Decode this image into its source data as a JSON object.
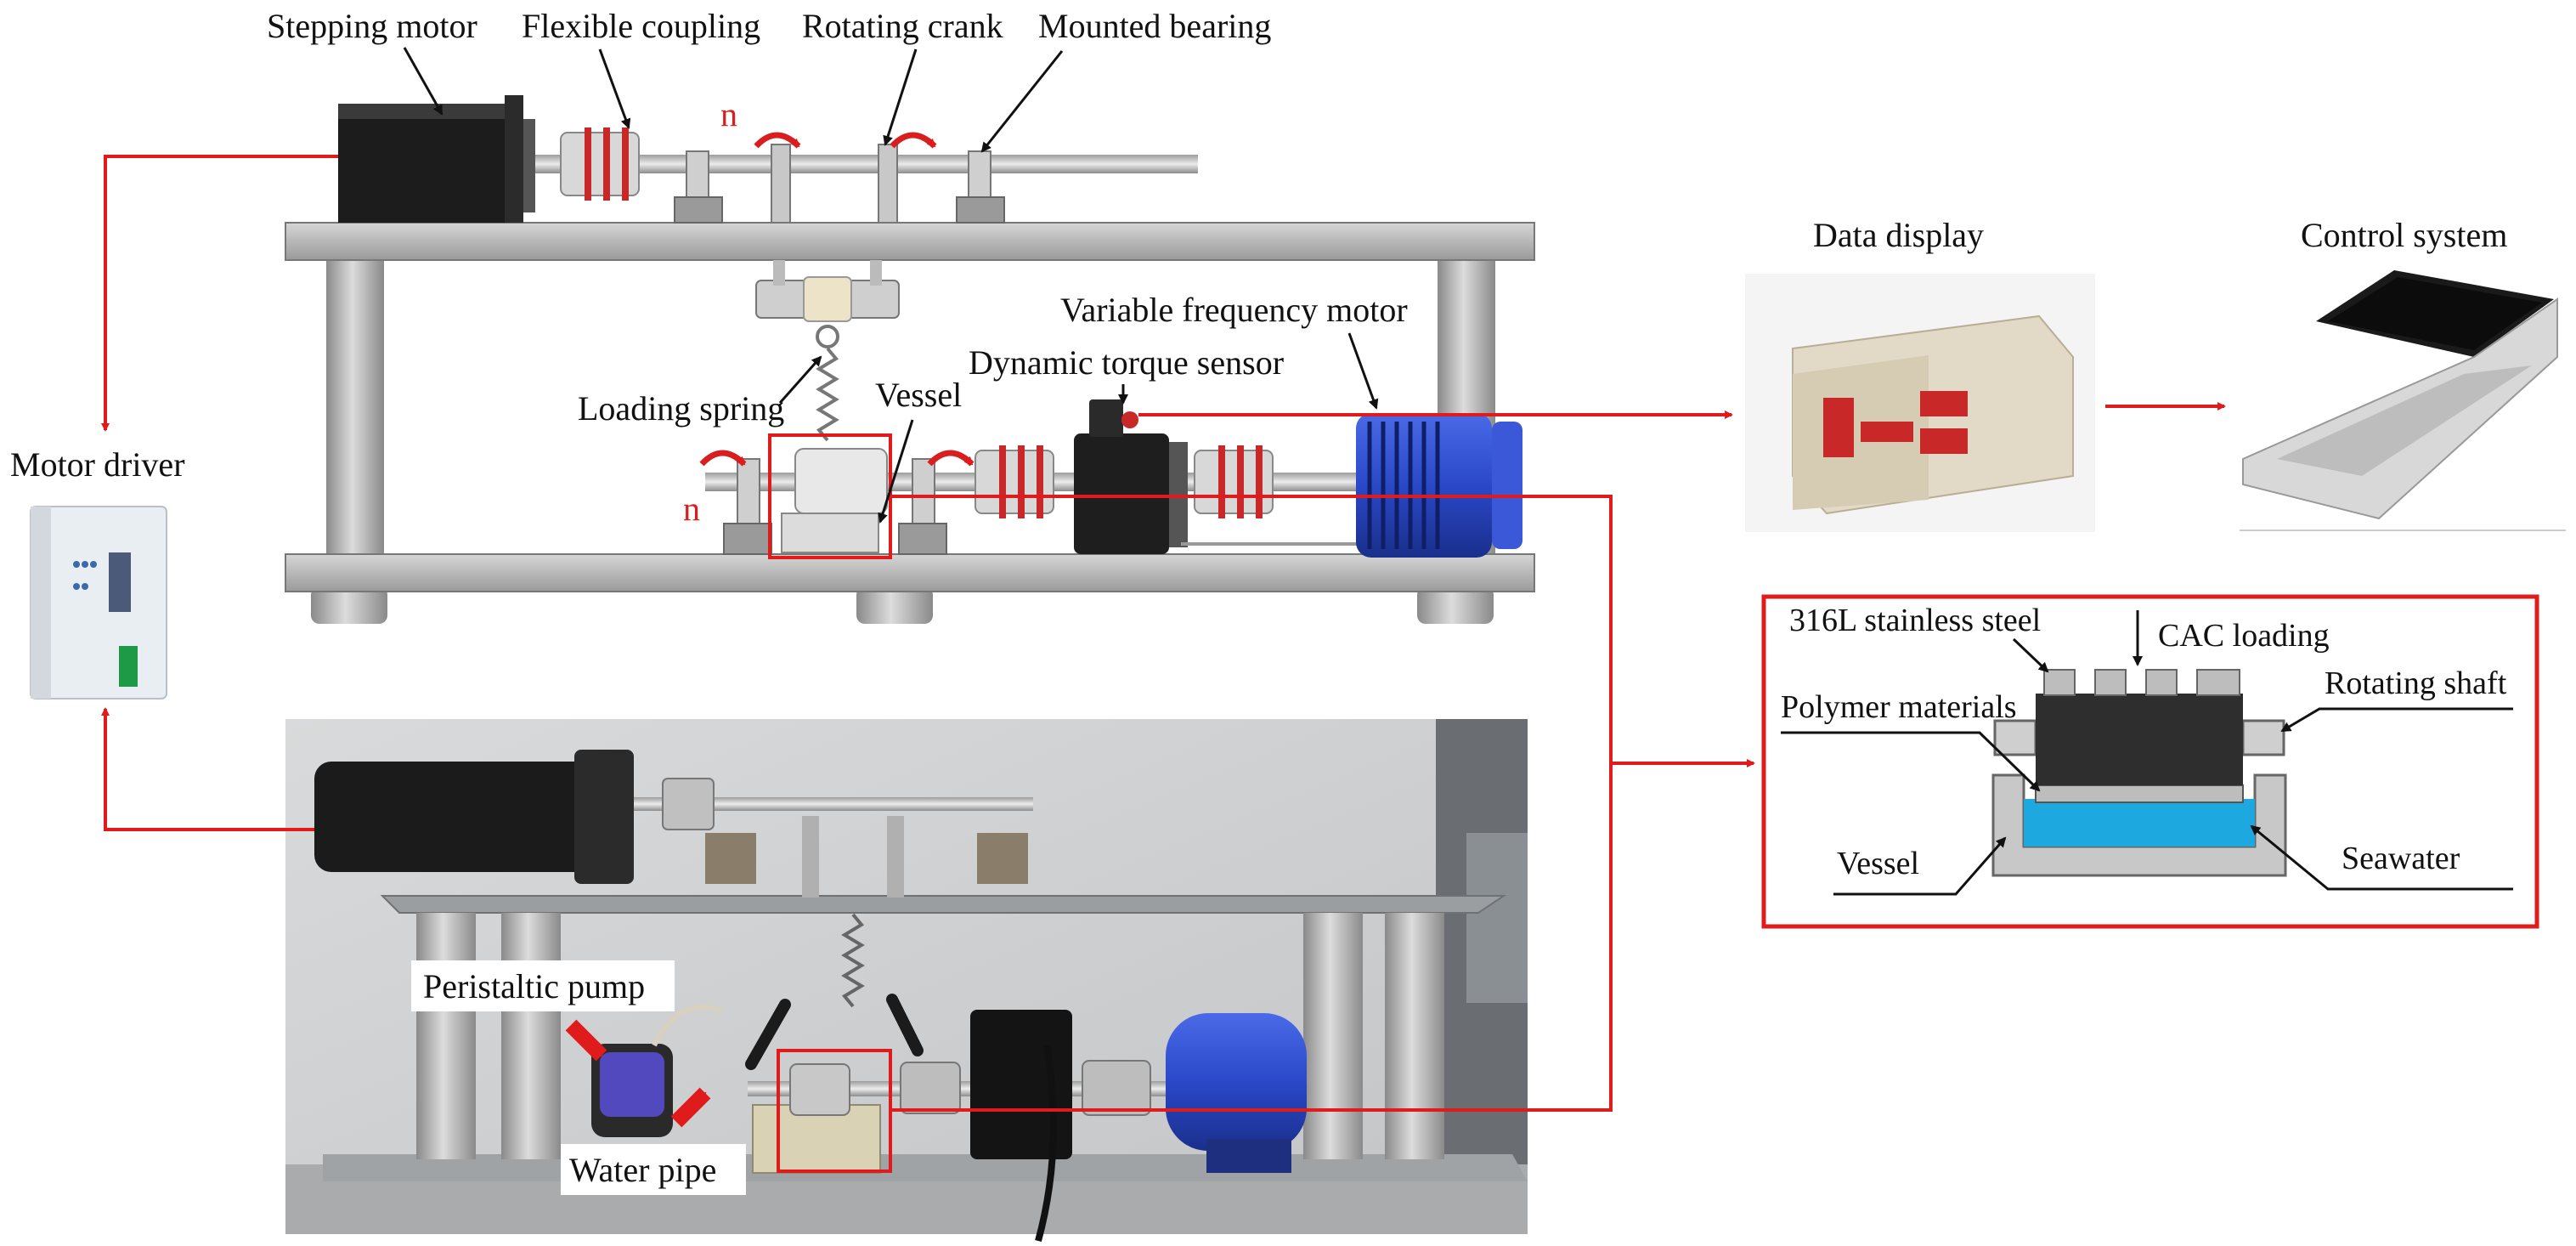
{
  "labels": {
    "stepping_motor": "Stepping motor",
    "flexible_coupling": "Flexible coupling",
    "rotating_crank": "Rotating crank",
    "mounted_bearing": "Mounted bearing",
    "rotation_n_top": "n",
    "rotation_n_bottom": "n",
    "variable_frequency_motor": "Variable frequency motor",
    "dynamic_torque_sensor": "Dynamic torque sensor",
    "loading_spring": "Loading spring",
    "vessel_top": "Vessel",
    "motor_driver": "Motor driver",
    "data_display": "Data display",
    "control_system": "Control system",
    "peristaltic_pump": "Peristaltic pump",
    "water_pipe": "Water pipe"
  },
  "cross_section": {
    "stainless_steel": "316L stainless steel",
    "cac_loading": "CAC loading",
    "polymer_materials": "Polymer materials",
    "rotating_shaft": "Rotating shaft",
    "vessel": "Vessel",
    "seawater": "Seawater"
  },
  "colors": {
    "accent_red": "#e01b1b",
    "seawater_blue": "#1ea8e0",
    "steel_gray": "#bfbfbf",
    "motor_blue": "#2a48c8",
    "dark_block": "#2e2e2e"
  }
}
